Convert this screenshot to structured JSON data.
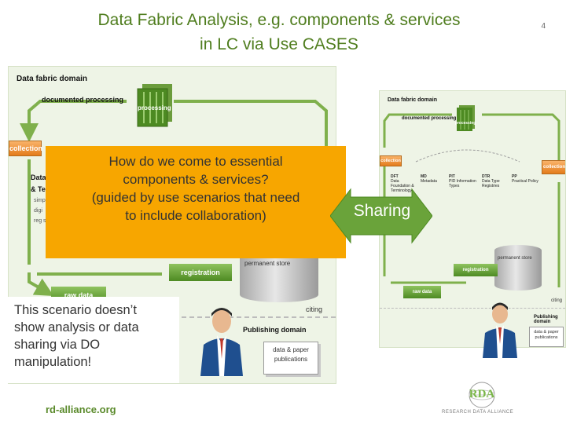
{
  "slide": {
    "title_line1": "Data Fabric Analysis, e.g. components & services",
    "title_line2": "in LC via Use CASES",
    "number": "4"
  },
  "left_diagram": {
    "domain": "Data fabric domain",
    "documented_processing": "documented processing",
    "processing": "processing",
    "collection": "collection",
    "data_partial": "Data",
    "te_partial": "& Te",
    "side_text": [
      "simp",
      "digi",
      "reg s"
    ],
    "permanent_store": "permanent store",
    "registration": "registration",
    "raw_data": "raw data",
    "citing": "citing",
    "publishing_domain": "Publishing domain",
    "publications": [
      "data & paper",
      "publications"
    ]
  },
  "right_diagram": {
    "domain": "Data fabric domain",
    "documented_processing": "documented processing",
    "processing": "processing",
    "collection_left": "collection",
    "collection_right": "collection",
    "columns": [
      {
        "code": "DFT",
        "name": "Data Foundation & Terminology"
      },
      {
        "code": "MD",
        "name": "Metadata"
      },
      {
        "code": "PIT",
        "name": "PID Information Types"
      },
      {
        "code": "DTR",
        "name": "Data Type Registries"
      },
      {
        "code": "PP",
        "name": "Practical Policy"
      }
    ],
    "permanent_store": "permanent store",
    "registration": "registration",
    "raw_data": "raw data",
    "citing": "citing",
    "publishing_domain": "Publishing domain",
    "publications": [
      "data & paper",
      "publications"
    ]
  },
  "overlay": {
    "lines": [
      "How do we come to essential",
      "components & services?",
      "(guided by use scenarios that need",
      "to include collaboration)"
    ]
  },
  "sharing": {
    "label": "Sharing"
  },
  "scenario_note": {
    "lines": [
      "This scenario doesn’t",
      "show analysis or data",
      "sharing via DO",
      "manipulation!"
    ]
  },
  "footer": {
    "url": "rd-alliance.org",
    "logo_text": "RDA",
    "logo_subtitle": "RESEARCH DATA ALLIANCE"
  },
  "colors": {
    "title_green": "#4f7d1e",
    "overlay_orange": "#f7a600",
    "sharing_arrow": "#6aa33a",
    "collection_orange": "#e47c1c"
  }
}
